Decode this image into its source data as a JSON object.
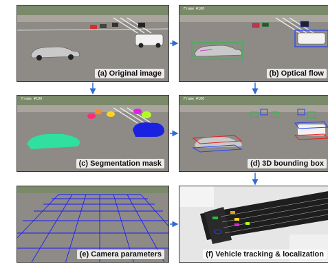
{
  "panels": {
    "a": {
      "caption": "(a) Original image"
    },
    "b": {
      "caption": "(b) Optical flow",
      "frame": "Frame #100"
    },
    "c": {
      "caption": "(c) Segmentation mask",
      "frame": "Frame #100"
    },
    "d": {
      "caption": "(d) 3D bounding box",
      "frame": "Frame #100"
    },
    "e": {
      "caption": "(e) Camera parameters"
    },
    "f": {
      "caption": "(f) Vehicle tracking & localization"
    }
  },
  "colors": {
    "arrow": "#2e6bd6",
    "mask_car": "#2fe0a0",
    "mask_suv": "#1a22e0",
    "grid": "#1a1aff",
    "box_red": "#e02020",
    "box_blue": "#2040ff",
    "box_green": "#20c040"
  }
}
